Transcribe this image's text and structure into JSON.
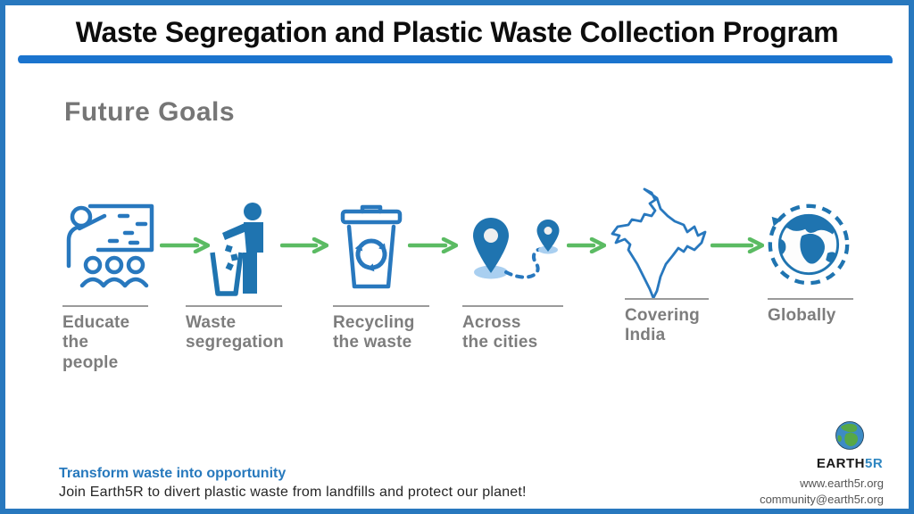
{
  "header": {
    "title": "Waste Segregation and Plastic Waste Collection Program"
  },
  "section": {
    "heading": "Future Goals"
  },
  "flow": {
    "steps": [
      {
        "label": "Educate\nthe\npeople",
        "icon": "classroom-presentation-icon"
      },
      {
        "label": "Waste\nsegregation",
        "icon": "person-litter-bin-icon"
      },
      {
        "label": "Recycling\nthe waste",
        "icon": "recycle-bin-icon"
      },
      {
        "label": "Across\nthe cities",
        "icon": "map-pins-route-icon"
      },
      {
        "label": "Covering\nIndia",
        "icon": "india-map-icon"
      },
      {
        "label": "Globally",
        "icon": "globe-orbit-icon"
      }
    ],
    "arrow_icon": "flow-arrow-icon"
  },
  "footer": {
    "headline": "Transform waste into opportunity",
    "tagline": "Join Earth5R to divert plastic waste from landfills and protect our planet!",
    "brand": {
      "name": "EARTH",
      "suffix": "5R",
      "logo_icon": "earth5r-globe-logo"
    },
    "website": "www.earth5r.org",
    "email": "community@earth5r.org"
  },
  "colors": {
    "frame_border": "#2878BE",
    "title_underline": "#1B74CE",
    "heading_gray": "#767676",
    "label_gray": "#7D7D7D",
    "icon_blue": "#1F74B0",
    "icon_stroke_blue": "#2878BE",
    "pin_base_light_blue": "#A9CFF0",
    "arrow_green": "#5BBB63",
    "footer_headline_blue": "#2779BD",
    "brand_accent_blue": "#2E86C1"
  }
}
